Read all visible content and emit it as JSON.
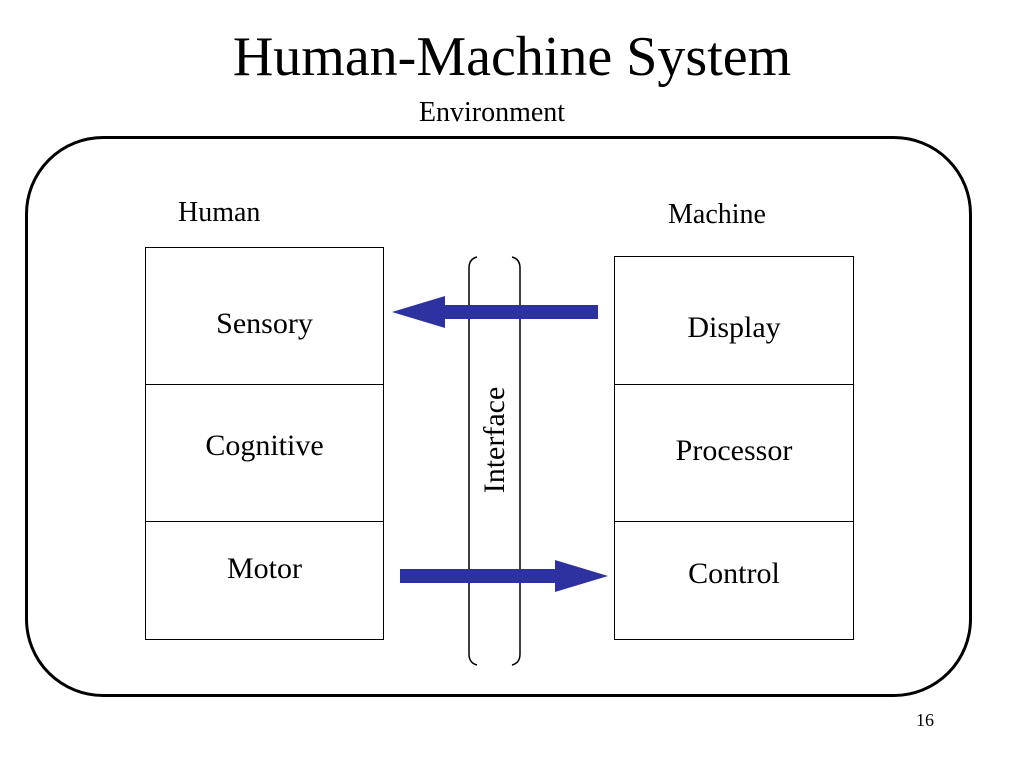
{
  "slide": {
    "title": "Human-Machine System",
    "environment_label": "Environment",
    "page_number": "16"
  },
  "human": {
    "label": "Human",
    "components": [
      "Sensory",
      "Cognitive",
      "Motor"
    ]
  },
  "machine": {
    "label": "Machine",
    "components": [
      "Display",
      "Processor",
      "Control"
    ]
  },
  "interface": {
    "label": "Interface"
  },
  "colors": {
    "arrow": "#2e31a0",
    "line": "#000000",
    "background": "#ffffff"
  },
  "flows": [
    {
      "from": "machine.Display",
      "to": "human.Sensory"
    },
    {
      "from": "human.Motor",
      "to": "machine.Control"
    }
  ]
}
